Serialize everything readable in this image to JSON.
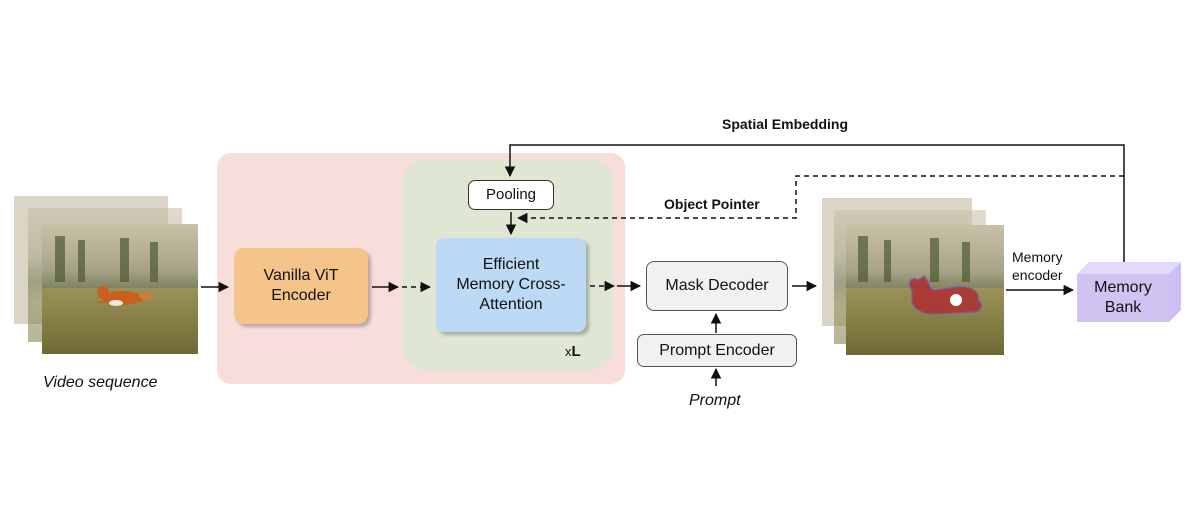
{
  "boxes": {
    "vit_encoder": [
      "Vanilla ViT",
      "Encoder"
    ],
    "memory_attention": [
      "Efficient",
      "Memory Cross-",
      "Attention"
    ],
    "pooling": "Pooling",
    "mask_decoder": "Mask Decoder",
    "prompt_encoder": "Prompt Encoder",
    "memory_bank": [
      "Memory",
      "Bank"
    ]
  },
  "labels": {
    "spatial_embedding": "Spatial Embedding",
    "object_pointer": "Object Pointer",
    "memory_encoder": [
      "Memory",
      "encoder"
    ],
    "video_sequence": "Video sequence",
    "prompt": "Prompt",
    "repeat_prefix": "x",
    "repeat_count": "L"
  },
  "colors": {
    "outer_panel": "#f7dedb",
    "inner_panel": "#dfe6d3",
    "vit_box": "#f5c48b",
    "attention_box": "#bcd9f5",
    "memory_bank": "#c9bdf5",
    "mask_overlay": "#b02a30"
  }
}
